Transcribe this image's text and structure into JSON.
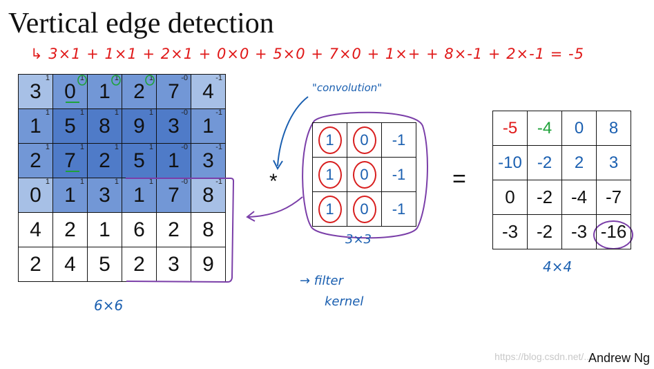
{
  "title": "Vertical edge detection",
  "formula": "↳ 3×1 + 1×1 + 2×1 + 0×0 + 5×0 + 7×0 + 1×+ + 8×-1 + 2×-1 = -5",
  "input_matrix": {
    "rows": [
      [
        "3",
        "0",
        "1",
        "2",
        "7",
        "4"
      ],
      [
        "1",
        "5",
        "8",
        "9",
        "3",
        "1"
      ],
      [
        "2",
        "7",
        "2",
        "5",
        "1",
        "3"
      ],
      [
        "0",
        "1",
        "3",
        "1",
        "7",
        "8"
      ],
      [
        "4",
        "2",
        "1",
        "6",
        "2",
        "8"
      ],
      [
        "2",
        "4",
        "5",
        "2",
        "3",
        "9"
      ]
    ],
    "superscripts": [
      [
        "1",
        "1",
        "1",
        "1",
        "-0",
        "-1"
      ],
      [
        "1",
        "1",
        "1",
        "1",
        "-0",
        "-1"
      ],
      [
        "1",
        "1",
        "1",
        "1",
        "-0",
        "-1"
      ],
      [
        "1",
        "1",
        "1",
        "1",
        "-0",
        "-1"
      ],
      [
        "",
        "",
        "",
        "",
        "",
        ""
      ],
      [
        "",
        "",
        "",
        "",
        "",
        ""
      ]
    ],
    "size_label": "6×6"
  },
  "convolve_operator": "*",
  "convolution_note": "\"convolution\"",
  "filter_matrix": {
    "rows": [
      [
        "1",
        "0",
        "-1"
      ],
      [
        "1",
        "0",
        "-1"
      ],
      [
        "1",
        "0",
        "-1"
      ]
    ],
    "size_label": "3×3",
    "note_line1": "→ filter",
    "note_line2": "kernel"
  },
  "equals": "=",
  "output_matrix": {
    "rows": [
      [
        "-5",
        "-4",
        "0",
        "8"
      ],
      [
        "-10",
        "-2",
        "2",
        "3"
      ],
      [
        "0",
        "-2",
        "-4",
        "-7"
      ],
      [
        "-3",
        "-2",
        "-3",
        "-16"
      ]
    ],
    "size_label": "4×4"
  },
  "watermark": "https://blog.csdn.net/...",
  "author": "Andrew Ng",
  "colors": {
    "highlight_light": "#a7c0e6",
    "highlight_mid": "#7297d6",
    "highlight_dark": "#4f7bc8",
    "annotation_red": "#e01818",
    "annotation_blue": "#1a5fb0",
    "annotation_purple": "#7a3ea8",
    "annotation_green": "#1fa23a"
  }
}
